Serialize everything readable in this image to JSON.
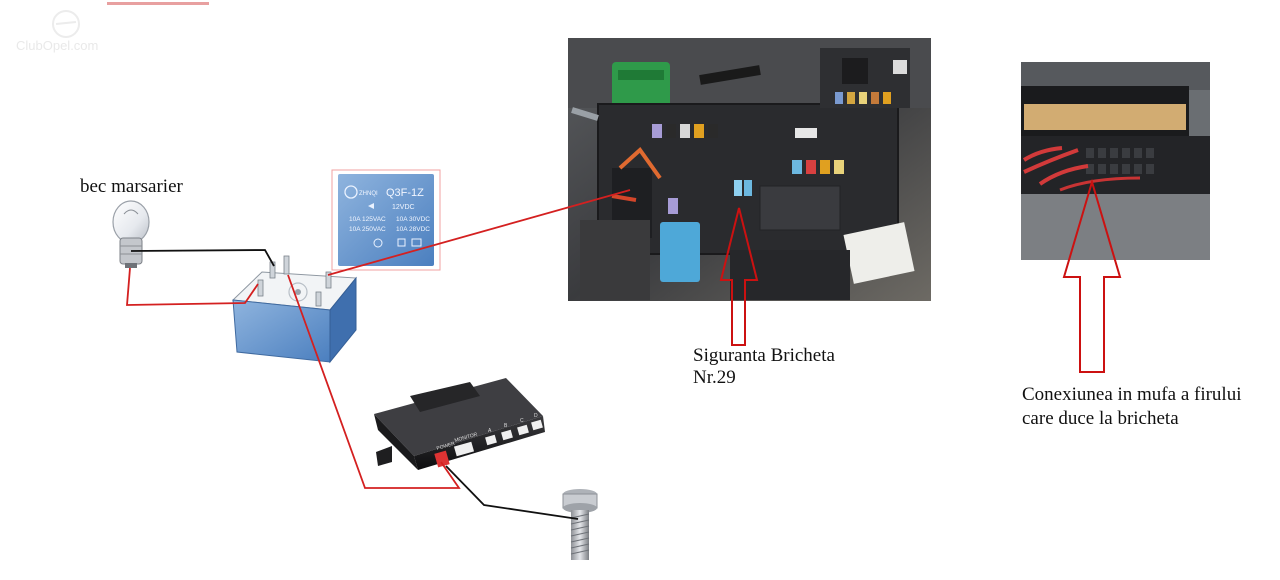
{
  "watermark": {
    "site": "ClubOpel.com"
  },
  "labels": {
    "reverse_bulb": "bec marsarier",
    "fuse_line1": "Siguranta Bricheta",
    "fuse_line2": "Nr.29",
    "connector_line1": "Conexiunea in mufa a firului",
    "connector_line2": "care duce la bricheta"
  },
  "relay_label": {
    "brand": "ZHNQI",
    "model": "Q3F-1Z",
    "coil": "12VDC",
    "rating_ac1": "10A 125VAC",
    "rating_dc1": "10A 30VDC",
    "rating_ac2": "10A 250VAC",
    "rating_dc2": "10A 28VDC"
  },
  "sensor_box": {
    "port_power": "POWER",
    "port_monitor": "MONITOR",
    "port_a": "A",
    "port_b": "B",
    "port_c": "C",
    "port_d": "D"
  },
  "colors": {
    "wire_red": "#d42020",
    "wire_black": "#111111",
    "arrow_red": "#cc1111",
    "relay_blue": "#5d8fcf",
    "fusebox_dark": "#2e2f31"
  }
}
